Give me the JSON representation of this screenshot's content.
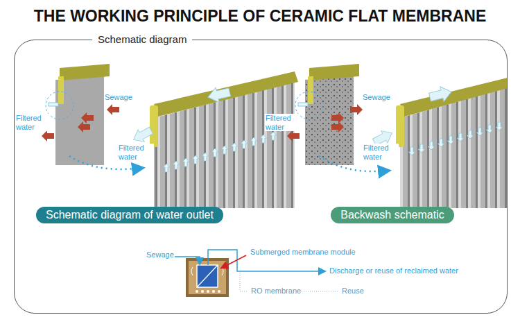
{
  "diagram": {
    "title": "THE WORKING PRINCIPLE OF CERAMIC FLAT MEMBRANE",
    "nodes": [
      {
        "text": [
          "Schematic diagram"
        ]
      },
      {
        "text": [
          "Schematic diagram of water outlet"
        ],
        "in": 0
      },
      {
        "text": [
          "Backwash schematic"
        ],
        "in": 0
      }
    ],
    "labels": [
      "Sewage",
      "Filtered water",
      "Filtered water",
      "Sewage",
      "Filtered water",
      "Filtered water",
      "Sewage",
      "Submerged membrane module",
      "Discharge or reuse of reclaimed water",
      "RO membrane",
      "Reuse"
    ]
  }
}
